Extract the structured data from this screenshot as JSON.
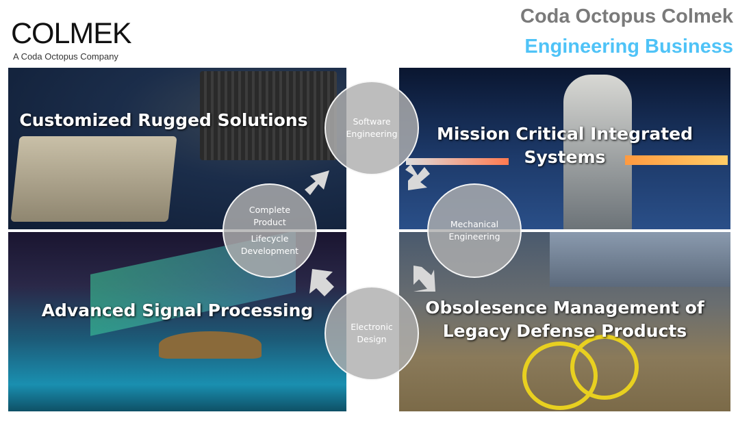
{
  "logo": {
    "name": "COLMEK",
    "tagline": "A Coda Octopus Company"
  },
  "header": {
    "title": "Coda Octopus Colmek",
    "subtitle": "Engineering Business"
  },
  "quadrants": {
    "top_left": "Customized Rugged Solutions",
    "top_right_line1": "Mission Critical Integrated",
    "top_right_line2": "Systems",
    "bottom_left": "Advanced Signal Processing",
    "bottom_right_line1": "Obsolesence Management of",
    "bottom_right_line2": "Legacy Defense Products"
  },
  "cycle": {
    "software_1": "Software",
    "software_2": "Engineering",
    "mechanical_1": "Mechanical",
    "mechanical_2": "Engineering",
    "electronic_1": "Electronic",
    "electronic_2": "Design",
    "lifecycle_1": "Complete",
    "lifecycle_2": "Product",
    "lifecycle_3": "Lifecycle",
    "lifecycle_4": "Development"
  },
  "colors": {
    "accent": "#4fc3f7",
    "title_gray": "#7a7a7a"
  }
}
